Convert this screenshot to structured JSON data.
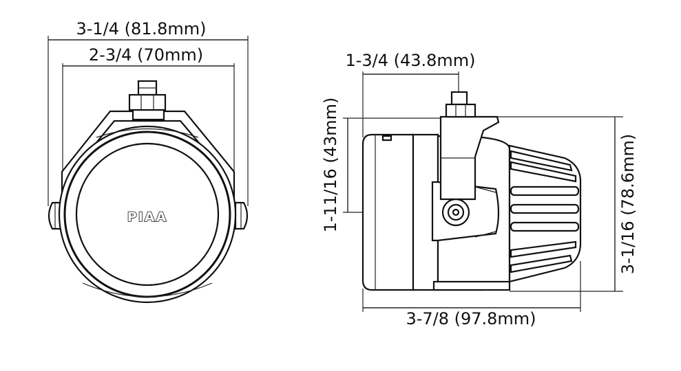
{
  "front_view": {
    "overall_width": "3-1/4 (81.8mm)",
    "lens_width": "2-3/4 (70mm)",
    "logo": "PIAA"
  },
  "side_view": {
    "mount_offset": "1-3/4 (43.8mm)",
    "center_height": "1-11/16 (43mm)",
    "overall_height": "3-1/16 (78.6mm)",
    "overall_depth": "3-7/8 (97.8mm)"
  }
}
